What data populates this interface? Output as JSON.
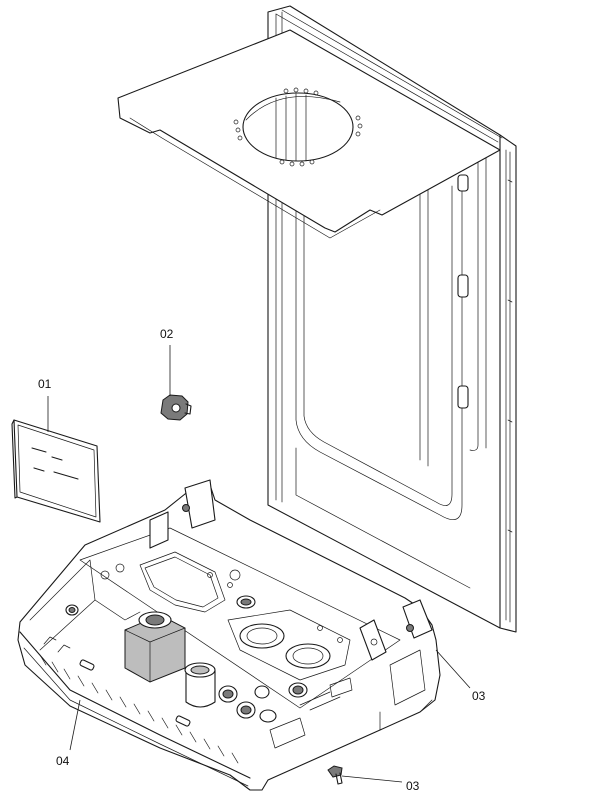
{
  "diagram": {
    "callouts": [
      {
        "id": "01",
        "text": "01"
      },
      {
        "id": "02",
        "text": "02"
      },
      {
        "id": "03a",
        "text": "03"
      },
      {
        "id": "03b",
        "text": "03"
      },
      {
        "id": "04",
        "text": "04"
      }
    ]
  }
}
